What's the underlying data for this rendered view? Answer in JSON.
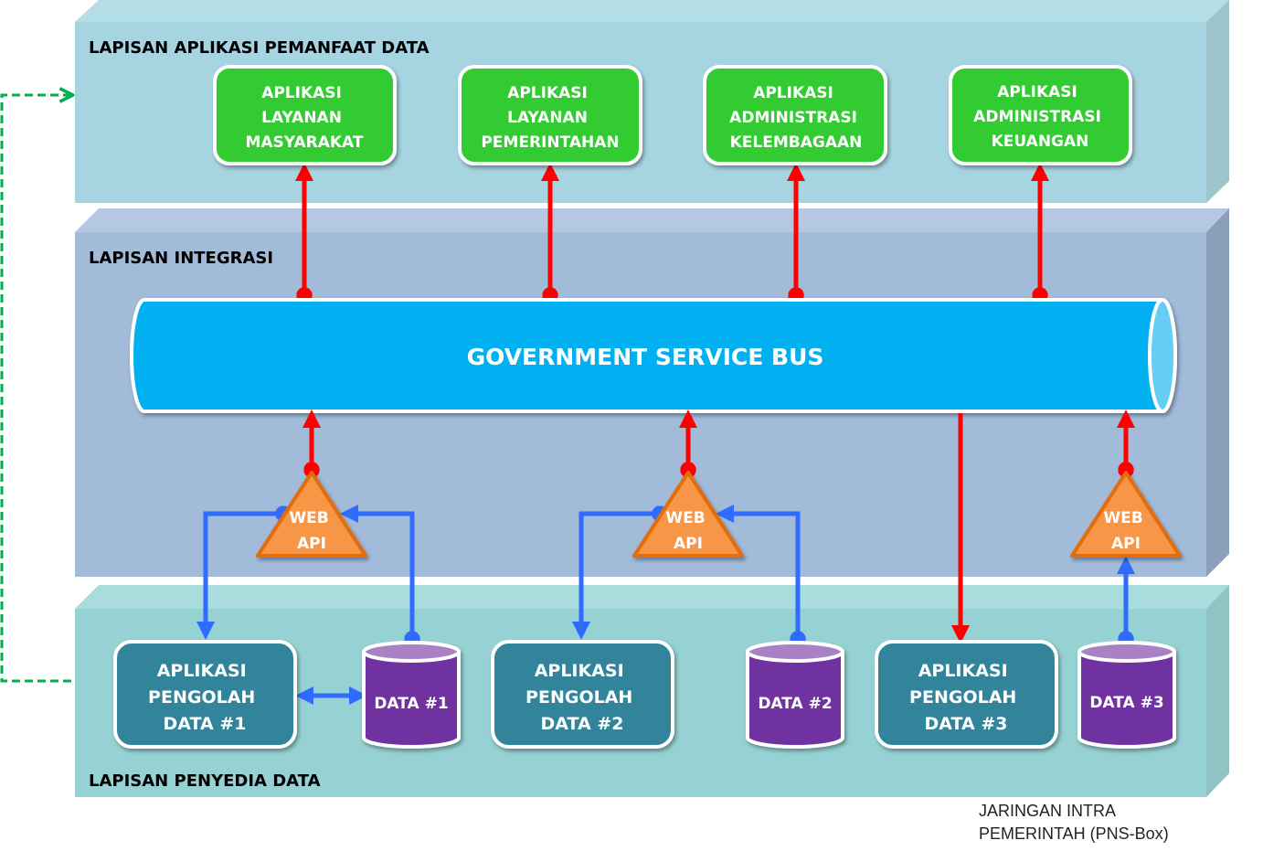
{
  "colors": {
    "layer_top": "#a6d4e0",
    "layer_mid": "#a2bbd9",
    "layer_bottom": "#96d2d3",
    "app_box": "#33cc33",
    "proc_box": "#31849b",
    "database": "#7030a0",
    "database_top": "#a982c6",
    "web_api": "#f79646",
    "bus": "#00b0f0",
    "intranet_line": "#ff0000",
    "api_line": "#2f6bff",
    "feedback_line": "#00b050"
  },
  "layers": {
    "top": {
      "title": "LAPISAN APLIKASI PEMANFAAT DATA"
    },
    "integration": {
      "title": "LAPISAN INTEGRASI"
    },
    "bottom": {
      "title": "LAPISAN PENYEDIA DATA"
    }
  },
  "apps": [
    {
      "lines": [
        "APLIKASI",
        "LAYANAN",
        "MASYARAKAT"
      ]
    },
    {
      "lines": [
        "APLIKASI",
        "LAYANAN",
        "PEMERINTAHAN"
      ]
    },
    {
      "lines": [
        "APLIKASI",
        "ADMINISTRASI",
        "KELEMBAGAAN"
      ]
    },
    {
      "lines": [
        "APLIKASI",
        "ADMINISTRASI",
        "KEUANGAN"
      ]
    }
  ],
  "bus": {
    "label": "GOVERNMENT SERVICE BUS"
  },
  "web_apis": [
    {
      "lines": [
        "WEB",
        "API"
      ]
    },
    {
      "lines": [
        "WEB",
        "API"
      ]
    },
    {
      "lines": [
        "WEB",
        "API"
      ]
    }
  ],
  "processors": [
    {
      "lines": [
        "APLIKASI",
        "PENGOLAH",
        "DATA #1"
      ]
    },
    {
      "lines": [
        "APLIKASI",
        "PENGOLAH",
        "DATA #2"
      ]
    },
    {
      "lines": [
        "APLIKASI",
        "PENGOLAH",
        "DATA #3"
      ]
    }
  ],
  "databases": [
    {
      "label": "DATA #1"
    },
    {
      "label": "DATA #2"
    },
    {
      "label": "DATA #3"
    }
  ],
  "legend": {
    "items": [
      {
        "lines": [
          "JARINGAN INTRA",
          "PEMERINTAH (PNS-Box)"
        ]
      }
    ]
  }
}
